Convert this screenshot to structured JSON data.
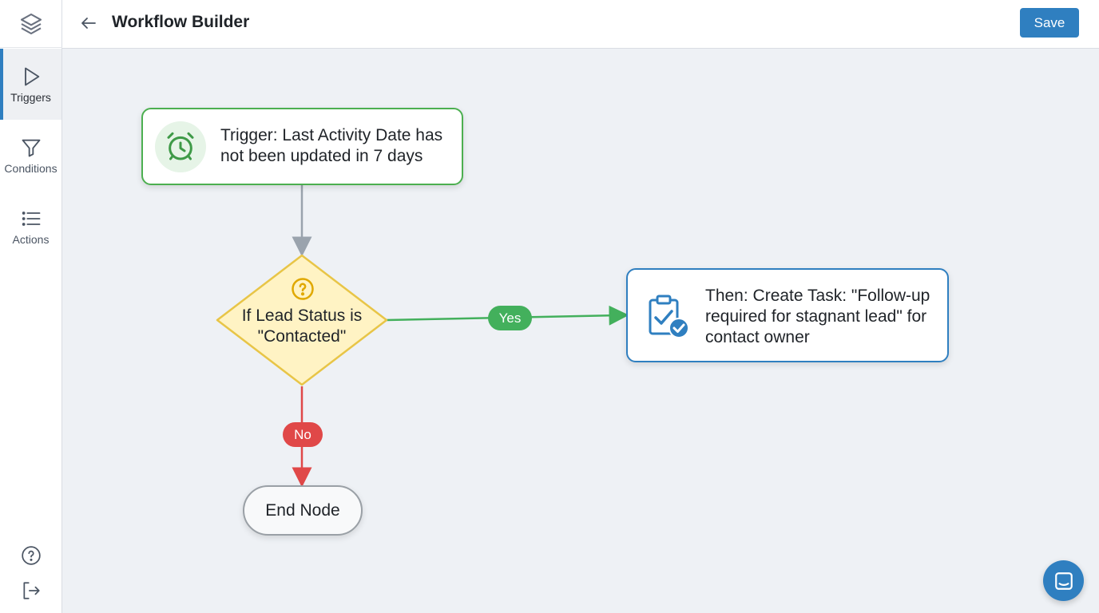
{
  "header": {
    "title": "Workflow Builder",
    "save_label": "Save"
  },
  "sidebar": {
    "logo_icon": "layers-icon",
    "items": [
      {
        "label": "Triggers",
        "icon": "play-icon",
        "active": true
      },
      {
        "label": "Conditions",
        "icon": "filter-icon",
        "active": false
      },
      {
        "label": "Actions",
        "icon": "list-icon",
        "active": false
      }
    ],
    "bottom": [
      {
        "icon": "help-icon"
      },
      {
        "icon": "logout-icon"
      }
    ]
  },
  "workflow": {
    "trigger": {
      "text": "Trigger: Last Activity Date has not been updated in 7 days",
      "icon": "alarm-clock-icon"
    },
    "condition": {
      "text": "If Lead Status is \"Contacted\"",
      "icon": "question-icon"
    },
    "yes_label": "Yes",
    "no_label": "No",
    "action": {
      "text": "Then: Create Task: \"Follow-up required for stagnant lead\" for contact owner",
      "icon": "clipboard-check-icon"
    },
    "end": {
      "text": "End Node"
    }
  },
  "colors": {
    "accent": "#2f7fc0",
    "trigger": "#4caf50",
    "yes": "#43b05c",
    "no": "#e04848",
    "condition_fill": "#fff3c4",
    "condition_stroke": "#e8c547"
  }
}
